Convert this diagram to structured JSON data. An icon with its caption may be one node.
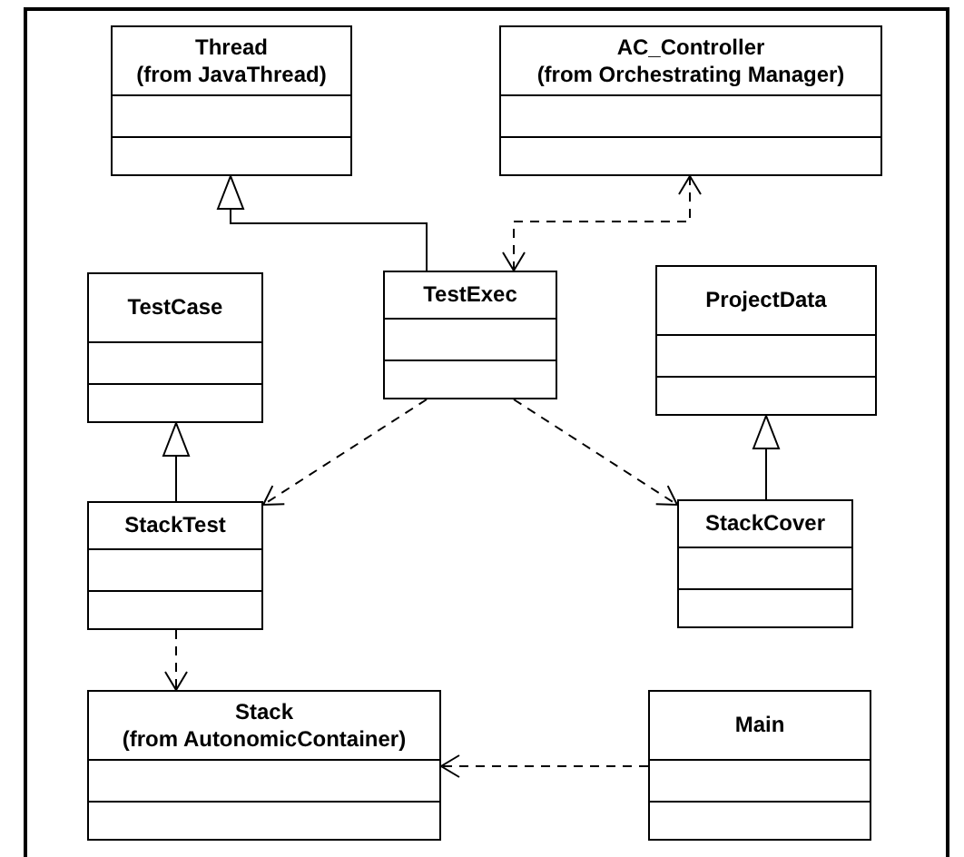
{
  "diagram": {
    "nodes": [
      {
        "text": [
          "Thread",
          "(from JavaThread)"
        ]
      },
      {
        "text": [
          "AC_Controller",
          "(from Orchestrating Manager)"
        ]
      },
      {
        "text": [
          "TestCase"
        ]
      },
      {
        "text": [
          "TestExec"
        ]
      },
      {
        "text": [
          "ProjectData"
        ]
      },
      {
        "text": [
          "StackTest"
        ]
      },
      {
        "text": [
          "StackCover"
        ]
      },
      {
        "text": [
          "Stack",
          "(from AutonomicContainer)"
        ]
      },
      {
        "text": [
          "Main"
        ]
      }
    ],
    "edges": [
      {
        "from": 3,
        "to": 0,
        "arrow": "to"
      },
      {
        "from": 3,
        "to": 1,
        "arrow": "both",
        "style": "dashed"
      },
      {
        "from": 3,
        "to": 5,
        "arrow": "to",
        "style": "dashed"
      },
      {
        "from": 3,
        "to": 6,
        "arrow": "to",
        "style": "dashed"
      },
      {
        "from": 5,
        "to": 2,
        "arrow": "to"
      },
      {
        "from": 6,
        "to": 4,
        "arrow": "to"
      },
      {
        "from": 5,
        "to": 7,
        "arrow": "to",
        "style": "dashed"
      },
      {
        "from": 8,
        "to": 7,
        "arrow": "to",
        "style": "dashed"
      }
    ]
  }
}
